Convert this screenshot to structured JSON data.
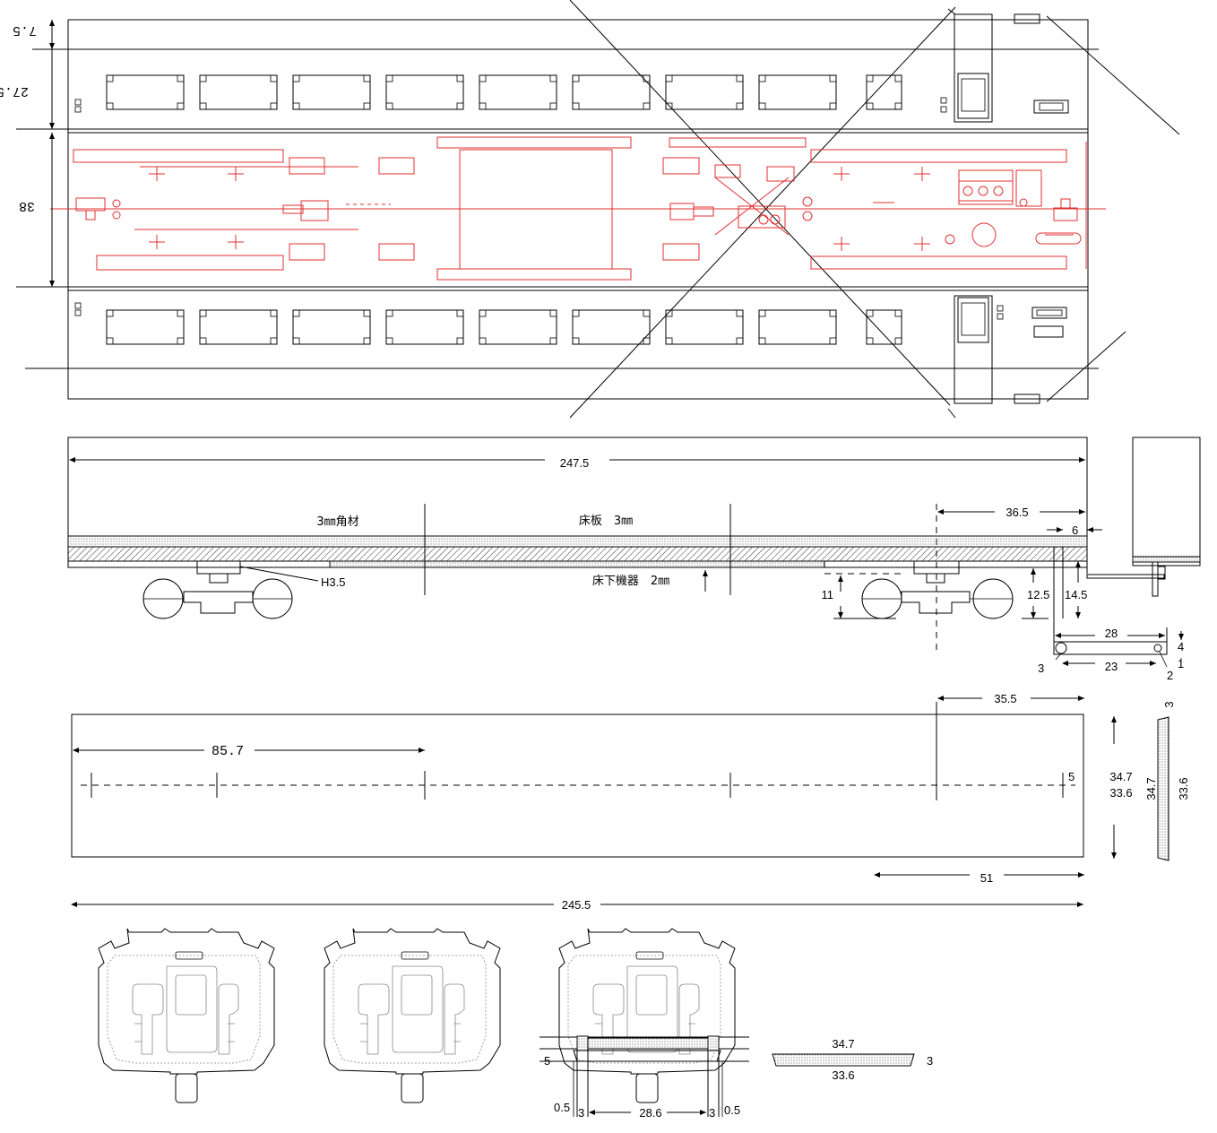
{
  "top_plan": {
    "dim_7_5": "7.5",
    "dim_27_5": "27.5",
    "dim_38": "38"
  },
  "side_view": {
    "overall_length": "247.5",
    "square_bar_label": "3㎜角材",
    "floor_label": "床板　3㎜",
    "underfloor_label": "床下機器　2㎜",
    "h_label": "H3.5",
    "dim_36_5": "36.5",
    "dim_6": "6",
    "dim_11": "11",
    "dim_12_5": "12.5",
    "dim_14_5": "14.5"
  },
  "coupler_bracket": {
    "dim_28": "28",
    "dim_23": "23",
    "dim_4": "4",
    "dim_1": "1",
    "hole_left": "3",
    "hole_right": "2"
  },
  "floor_plate": {
    "dim_35_5": "35.5",
    "dim_85_7": "85.7",
    "dim_5": "5",
    "width_outer": "34.7",
    "width_inner": "33.6",
    "dim_51": "51",
    "overall_length": "245.5"
  },
  "section_side": {
    "thickness": "3",
    "width_outer": "34.7",
    "width_inner": "33.6"
  },
  "end_views": {
    "thickness_label": "5",
    "gap_left": "0.5",
    "wall_left": "3",
    "inner_width": "28.6",
    "wall_right": "3",
    "gap_right": "0.5",
    "plate_top": "34.7",
    "plate_bottom": "33.6",
    "plate_thickness": "3"
  }
}
